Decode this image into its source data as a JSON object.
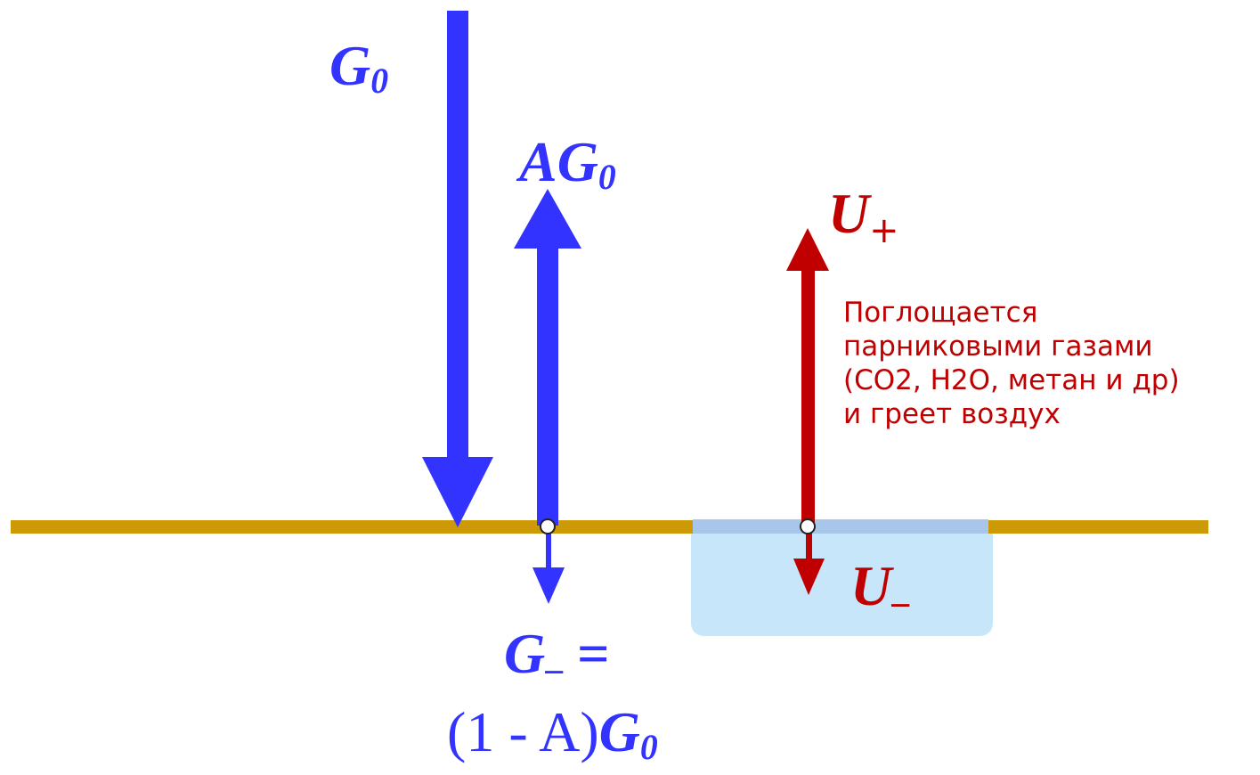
{
  "colors": {
    "blue": "#3333ff",
    "red": "#c00000",
    "ground": "#cc9a06",
    "water_fill": "#c8e6fa",
    "water_surface": "#a8c6ea",
    "node_fill": "#ffffff",
    "node_stroke": "#222222"
  },
  "labels": {
    "g0": {
      "base": "G",
      "sub": "0"
    },
    "ag0": {
      "base": "AG",
      "sub": "0"
    },
    "u_plus": {
      "base": "U",
      "sub": "+"
    },
    "u_minus": {
      "base": "U",
      "sub": "–"
    },
    "g_minus": {
      "line1_base": "G",
      "line1_sub": "–",
      "line1_eq": " =",
      "line2_prefix": "(1 - A)",
      "line2_base": "G",
      "line2_sub": "0"
    }
  },
  "note": {
    "lines": [
      "Поглощается",
      "парниковыми газами",
      "(CO2, H2O, метан и др)",
      "и греет воздух"
    ]
  }
}
